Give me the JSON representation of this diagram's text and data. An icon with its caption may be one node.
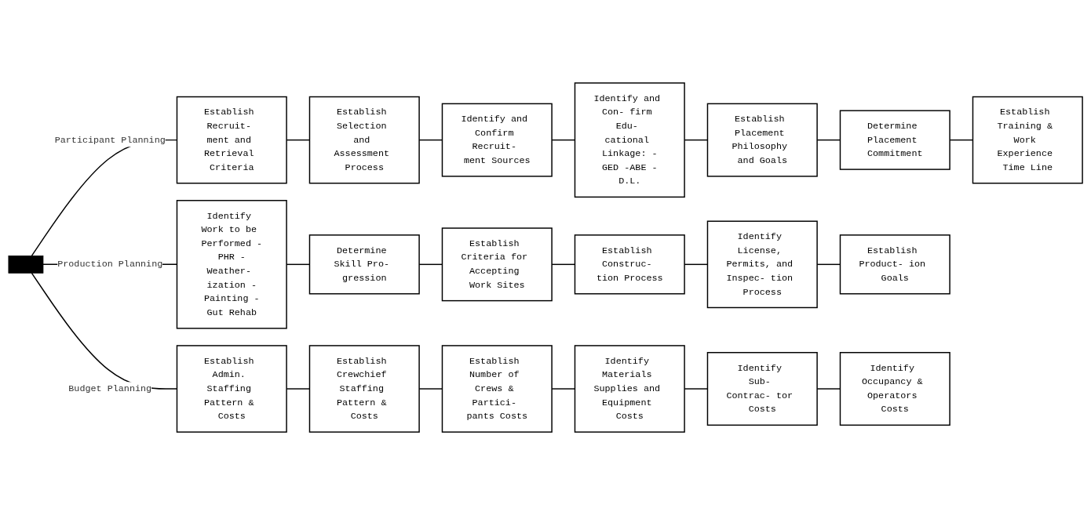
{
  "diagram": {
    "nodes": [
      {
        "text": [],
        "shape": "bar"
      },
      {
        "text": [
          "Establish Recruit- ment and Retrieval Criteria"
        ]
      },
      {
        "text": [
          "Establish Selection and Assessment Process"
        ]
      },
      {
        "text": [
          "Identify and Confirm Recruit- ment Sources"
        ]
      },
      {
        "text": [
          "Identify and Con- firm Edu- cational Linkage: -GED -ABE -D.L."
        ]
      },
      {
        "text": [
          "Establish Placement Philosophy and Goals"
        ]
      },
      {
        "text": [
          "Determine Placement Commitment"
        ]
      },
      {
        "text": [
          "Establish Training & Work Experience Time Line"
        ]
      },
      {
        "text": [
          "Identify Work to be Performed -PHR -Weather- ization -Painting -Gut Rehab"
        ]
      },
      {
        "text": [
          "Determine Skill Pro- gression"
        ]
      },
      {
        "text": [
          "Establish Criteria for Accepting Work Sites"
        ]
      },
      {
        "text": [
          "Establish Construc- tion Process"
        ]
      },
      {
        "text": [
          "Identify License, Permits, and Inspec- tion Process"
        ]
      },
      {
        "text": [
          "Establish Product- ion Goals"
        ]
      },
      {
        "text": [
          "Establish Admin. Staffing Pattern & Costs"
        ]
      },
      {
        "text": [
          "Establish Crewchief Staffing Pattern & Costs"
        ]
      },
      {
        "text": [
          "Establish Number of Crews & Partici- pants Costs"
        ]
      },
      {
        "text": [
          "Identify Materials Supplies and Equipment Costs"
        ]
      },
      {
        "text": [
          "Identify Sub- Contrac- tor Costs"
        ]
      },
      {
        "text": [
          "Identify Occupancy & Operators Costs"
        ]
      }
    ],
    "edges": [
      {
        "from": 0,
        "to": 1,
        "arrow": "none",
        "label": "Participant Planning"
      },
      {
        "from": 1,
        "to": 2,
        "arrow": "none"
      },
      {
        "from": 2,
        "to": 3,
        "arrow": "none"
      },
      {
        "from": 3,
        "to": 4,
        "arrow": "none"
      },
      {
        "from": 4,
        "to": 5,
        "arrow": "none"
      },
      {
        "from": 5,
        "to": 6,
        "arrow": "none"
      },
      {
        "from": 6,
        "to": 7,
        "arrow": "none"
      },
      {
        "from": 0,
        "to": 8,
        "arrow": "none",
        "label": "Production Planning"
      },
      {
        "from": 8,
        "to": 9,
        "arrow": "none"
      },
      {
        "from": 9,
        "to": 10,
        "arrow": "none"
      },
      {
        "from": 10,
        "to": 11,
        "arrow": "none"
      },
      {
        "from": 11,
        "to": 12,
        "arrow": "none"
      },
      {
        "from": 12,
        "to": 13,
        "arrow": "none"
      },
      {
        "from": 0,
        "to": 14,
        "arrow": "none",
        "label": "Budget Planning"
      },
      {
        "from": 14,
        "to": 15,
        "arrow": "none"
      },
      {
        "from": 15,
        "to": 16,
        "arrow": "none"
      },
      {
        "from": 16,
        "to": 17,
        "arrow": "none"
      },
      {
        "from": 17,
        "to": 18,
        "arrow": "none"
      },
      {
        "from": 18,
        "to": 19,
        "arrow": "none"
      }
    ]
  }
}
